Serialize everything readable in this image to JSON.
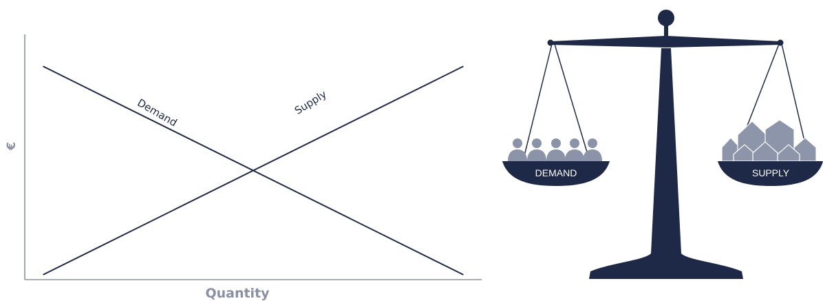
{
  "chart": {
    "ylabel": "€",
    "xlabel": "Quantity",
    "demand_label": "Demand",
    "supply_label": "Supply"
  },
  "scale": {
    "left_pan_label": "DEMAND",
    "right_pan_label": "SUPPLY"
  },
  "colors": {
    "navy": "#1d2947",
    "axis": "#8a90a3",
    "figure_gray": "#8a93a8",
    "house_gray": "#8c95a9",
    "label_gray": "#8a90a3"
  },
  "chart_data": {
    "type": "line",
    "xlabel": "Quantity",
    "ylabel": "€",
    "series": [
      {
        "name": "Demand",
        "x": [
          0.04,
          0.96
        ],
        "y": [
          0.87,
          0.02
        ]
      },
      {
        "name": "Supply",
        "x": [
          0.04,
          0.96
        ],
        "y": [
          0.02,
          0.87
        ]
      }
    ],
    "xlim": [
      0,
      1
    ],
    "ylim": [
      0,
      1
    ],
    "grid": false,
    "ticks": false
  }
}
